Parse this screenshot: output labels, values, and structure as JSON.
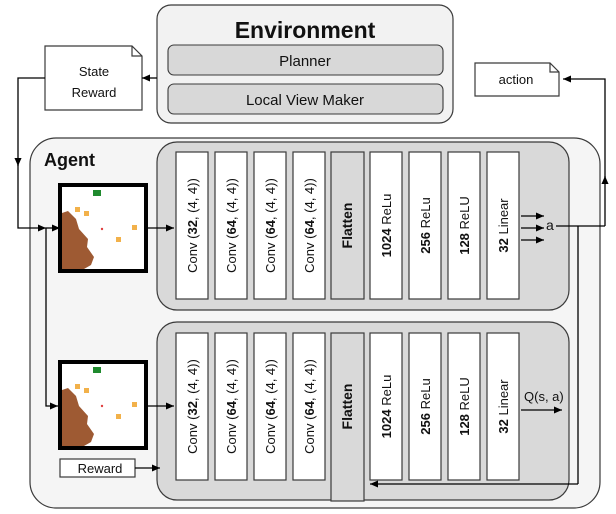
{
  "environment": {
    "title": "Environment",
    "planner_label": "Planner",
    "local_view_label": "Local View Maker"
  },
  "state_reward_note": {
    "line1": "State",
    "line2": "Reward"
  },
  "action_note": "action",
  "agent_title": "Agent",
  "top_branch": {
    "convs": [
      {
        "filters": "32",
        "kernel": ", (4, 4))"
      },
      {
        "filters": "64",
        "kernel": ", (4, 4))"
      },
      {
        "filters": "64",
        "kernel": ", (4, 4))"
      },
      {
        "filters": "64",
        "kernel": ", (4, 4))"
      }
    ],
    "conv_prefix": "Conv (",
    "flatten": "Flatten",
    "dense": [
      {
        "units": "1024",
        "act": " ReLu"
      },
      {
        "units": "256",
        "act": " ReLu"
      },
      {
        "units": "128",
        "act": " ReLU"
      },
      {
        "units": "32",
        "act": " Linear"
      }
    ],
    "output": "a"
  },
  "bottom_branch": {
    "convs": [
      {
        "filters": "32",
        "kernel": ", (4, 4))"
      },
      {
        "filters": "64",
        "kernel": ", (4, 4))"
      },
      {
        "filters": "64",
        "kernel": ", (4, 4))"
      },
      {
        "filters": "64",
        "kernel": ", (4, 4))"
      }
    ],
    "conv_prefix": "Conv (",
    "flatten": "Flatten",
    "dense": [
      {
        "units": "1024",
        "act": " ReLu"
      },
      {
        "units": "256",
        "act": " ReLu"
      },
      {
        "units": "128",
        "act": " ReLU"
      },
      {
        "units": "32",
        "act": " Linear"
      }
    ],
    "output": "Q(s, a)",
    "reward_label": "Reward"
  },
  "colors": {
    "env_panel": "#f2f2f2",
    "env_bar": "#d8d8d8",
    "agent_panel": "#f5f5f5",
    "branch_panel": "#d9d9d9",
    "flatten_box": "#d9d9d9",
    "terrain": "#9e5a33",
    "goal": "#1f8a2e",
    "item": "#f2b14a"
  }
}
